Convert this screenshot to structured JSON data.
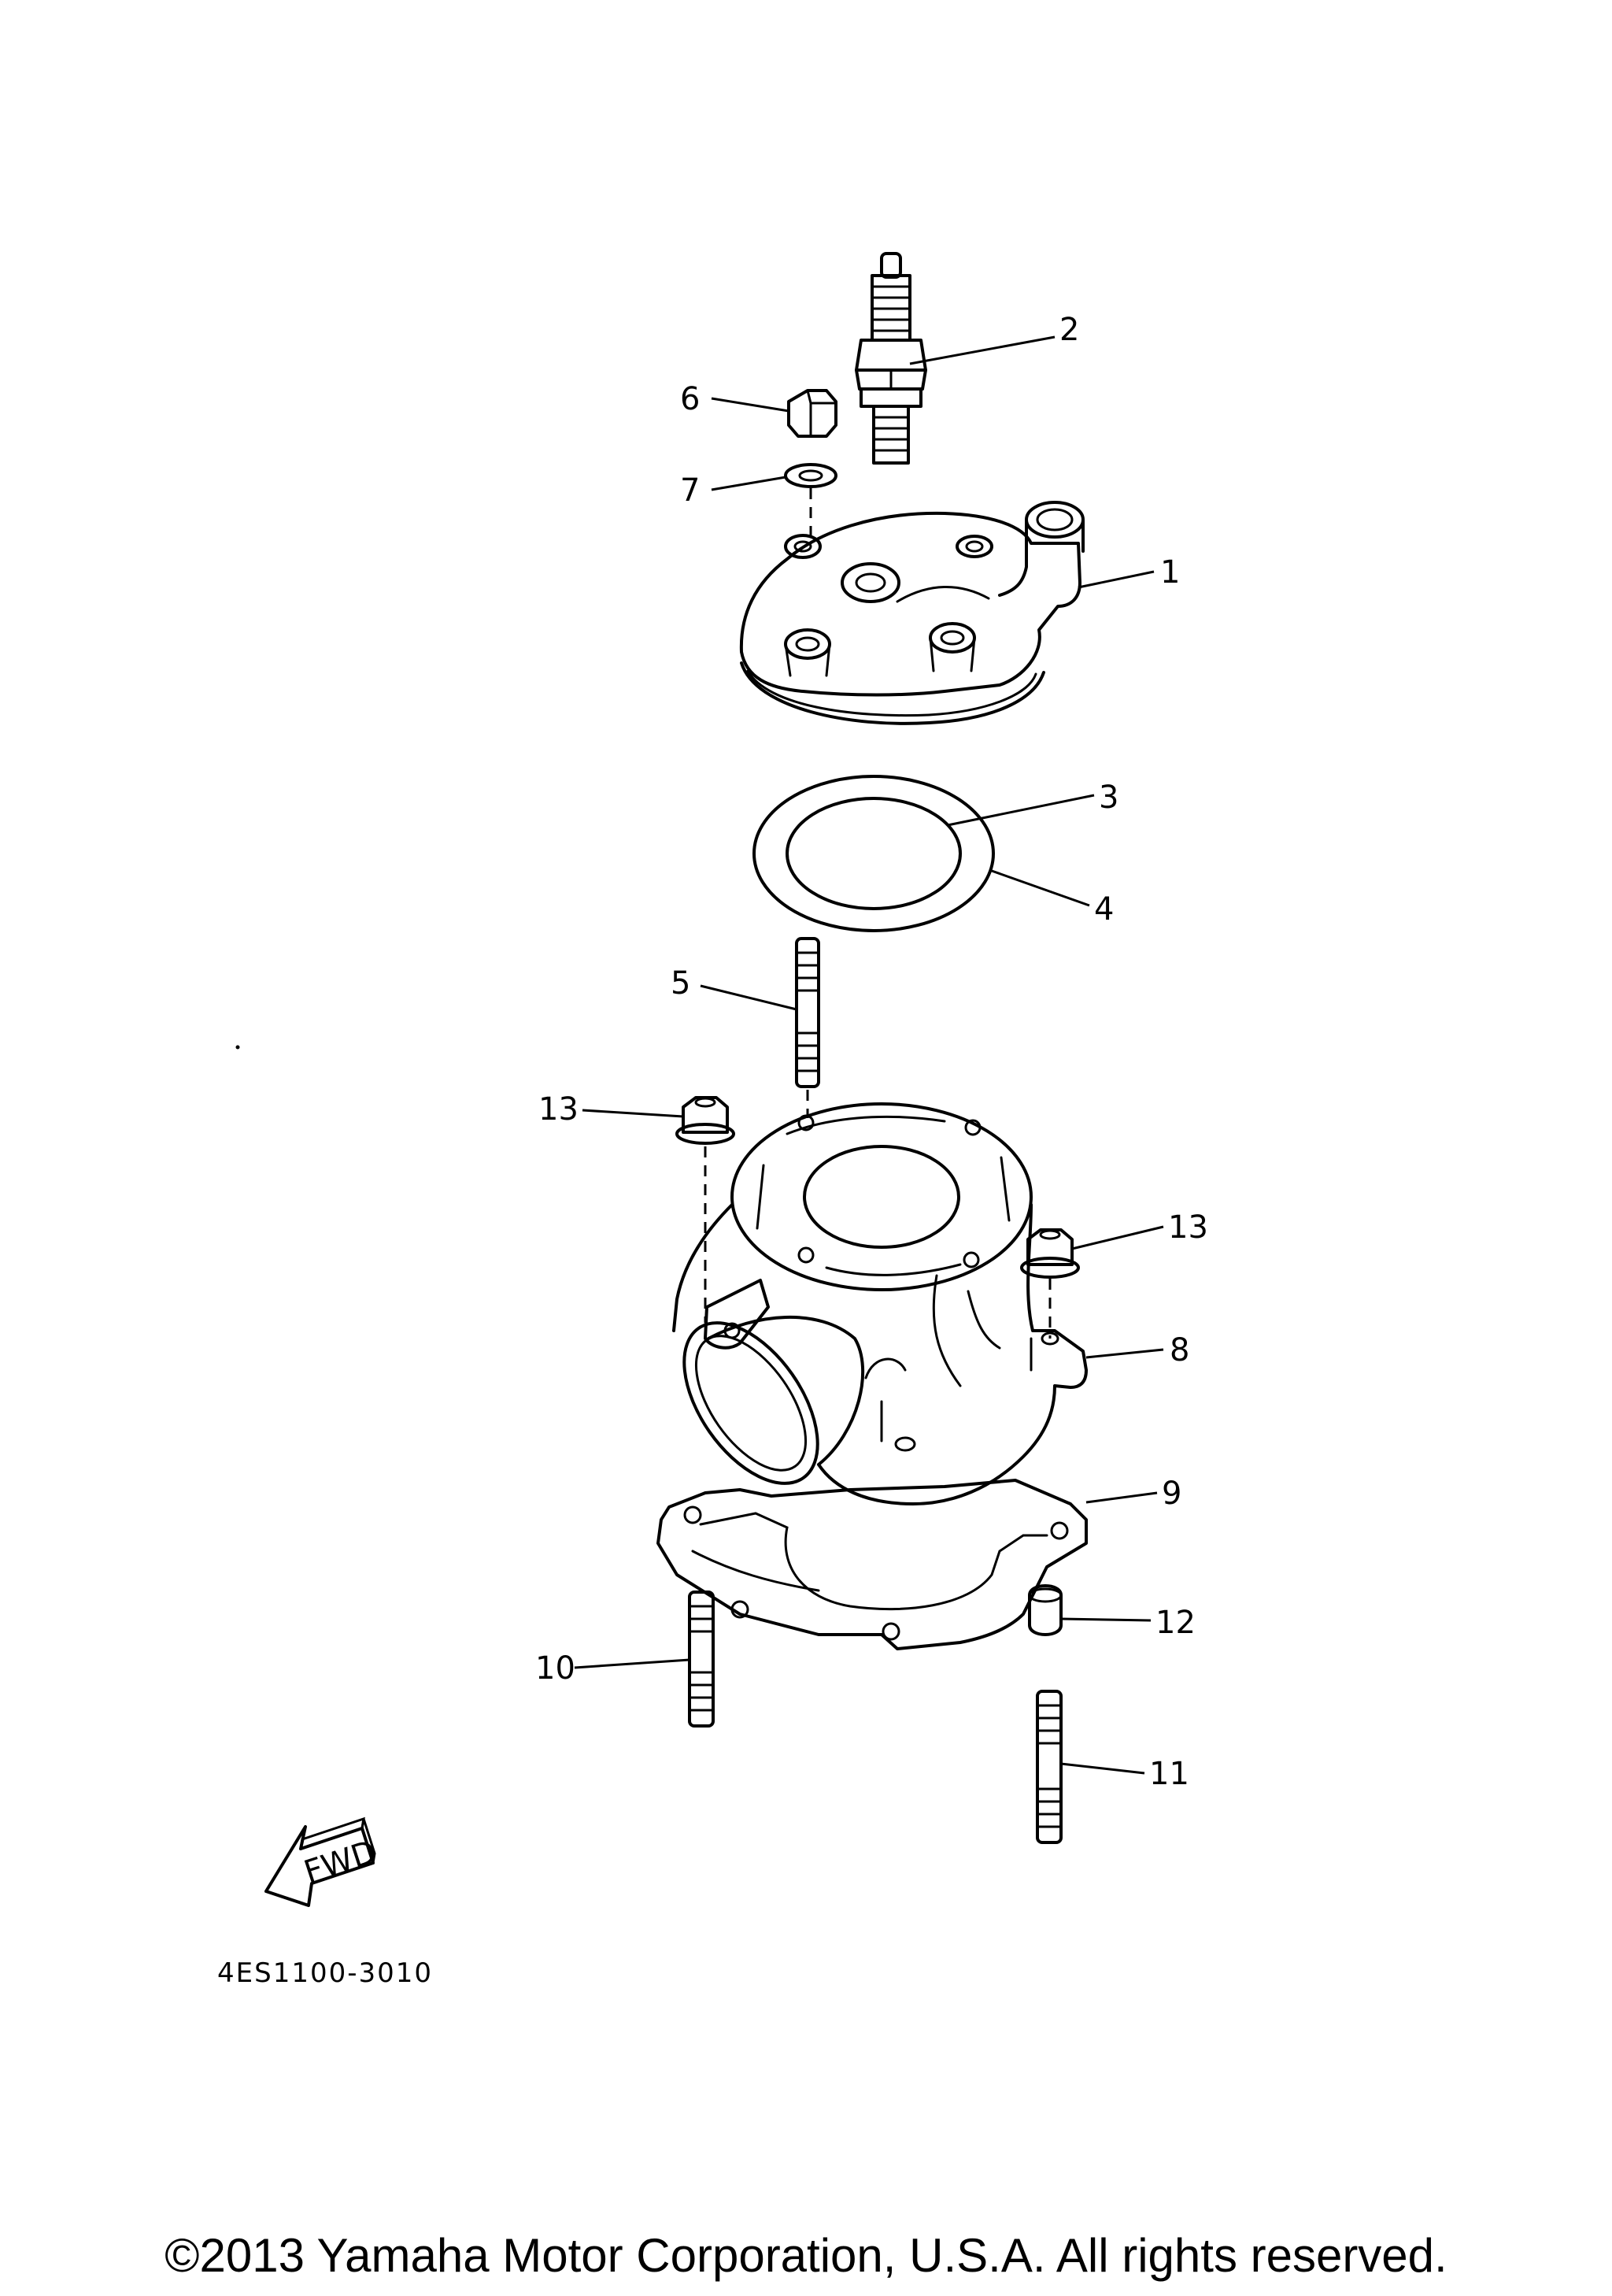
{
  "callouts": [
    {
      "number": "1",
      "part": "cylinder-head"
    },
    {
      "number": "2",
      "part": "spark-plug"
    },
    {
      "number": "3",
      "part": "inner-gasket"
    },
    {
      "number": "4",
      "part": "head-gasket"
    },
    {
      "number": "5",
      "part": "head-stud"
    },
    {
      "number": "6",
      "part": "nut"
    },
    {
      "number": "7",
      "part": "washer"
    },
    {
      "number": "8",
      "part": "cylinder"
    },
    {
      "number": "9",
      "part": "base-gasket"
    },
    {
      "number": "10",
      "part": "stud-bolt"
    },
    {
      "number": "11",
      "part": "stud-bolt"
    },
    {
      "number": "12",
      "part": "dowel-pin"
    },
    {
      "number": "13",
      "part": "flange-nut"
    },
    {
      "number": "13",
      "part": "flange-nut"
    }
  ],
  "fwd_label": "FWD",
  "diagram_code": "4ES1100-3010",
  "copyright": "©2013 Yamaha Motor Corporation, U.S.A. All rights reserved."
}
